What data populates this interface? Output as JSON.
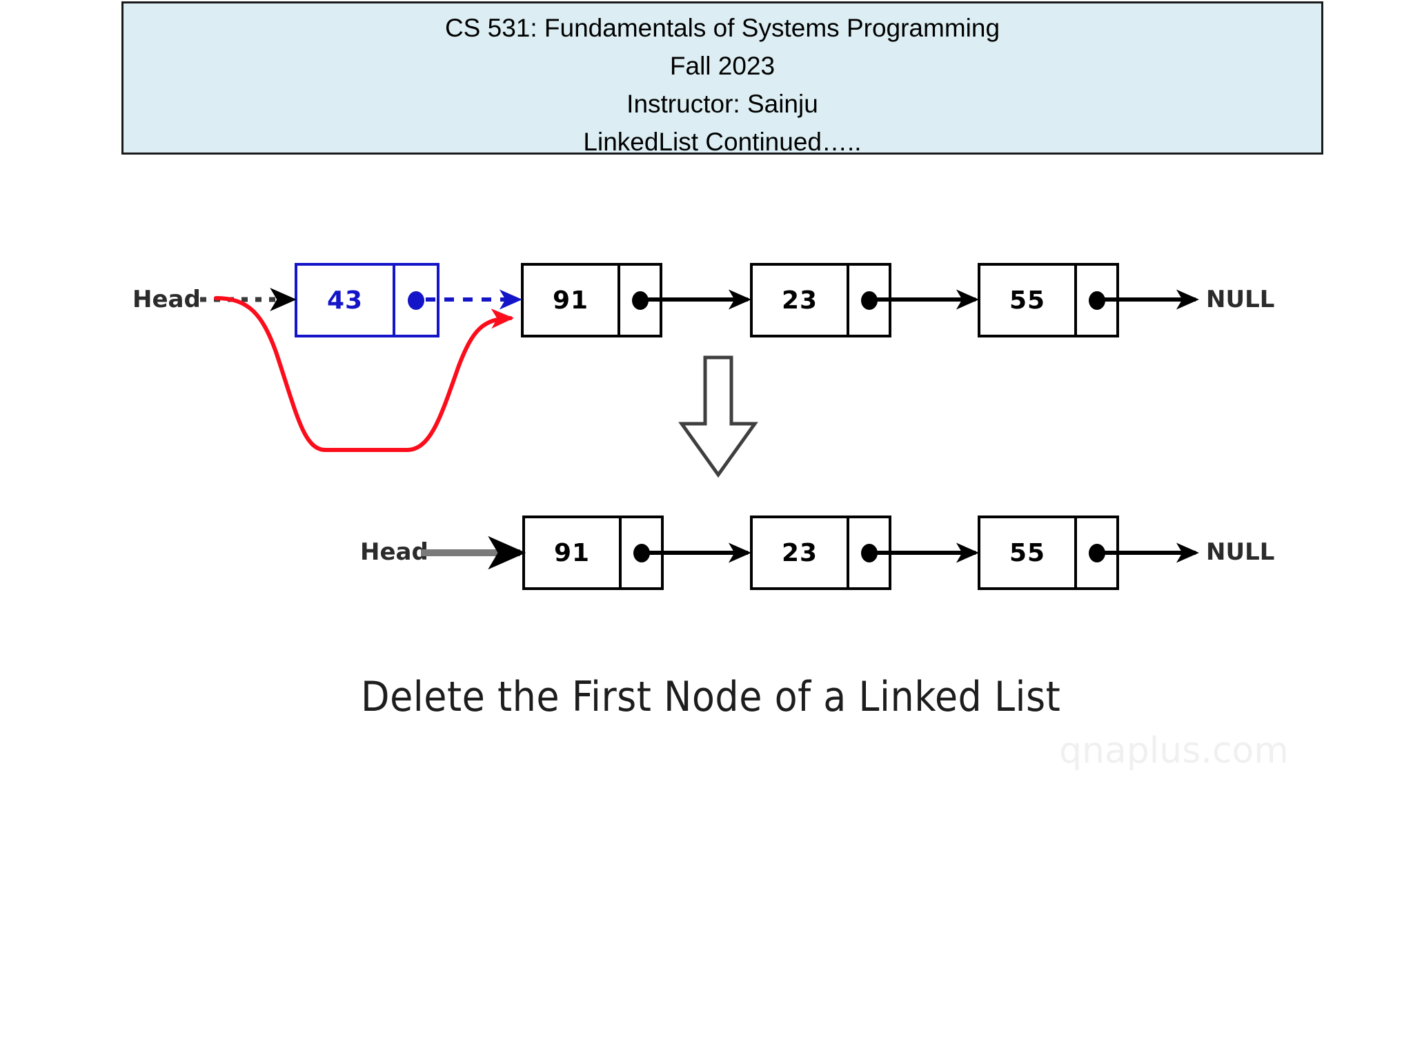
{
  "slide": {
    "header": {
      "lines": [
        "CS 531: Fundamentals of Systems Programming",
        "Fall 2023",
        "Instructor: Sainju",
        "LinkedList Continued….."
      ],
      "background_color": "#dceef3",
      "border_color": "#1a1a1a"
    },
    "diagram": {
      "caption": "Delete the First Node of a Linked List",
      "watermark": "qnaplus.com",
      "null_label": "NULL",
      "head_label": "Head",
      "before": {
        "head_label": "Head",
        "head_arrow_style": "dotted-black",
        "deleted_node": {
          "value": "43",
          "color": "#1414c8",
          "pointer_arrow_style": "dashed-blue"
        },
        "nodes": [
          "91",
          "23",
          "55"
        ],
        "terminator": "NULL",
        "redirect_arrow_color": "#fc0d1b",
        "redirect_arrow_note": "Head re-pointed to node 91"
      },
      "after": {
        "head_label": "Head",
        "head_arrow_style": "solid-gray",
        "nodes": [
          "91",
          "23",
          "55"
        ],
        "terminator": "NULL"
      },
      "transition_icon": "down-block-arrow-icon"
    }
  }
}
